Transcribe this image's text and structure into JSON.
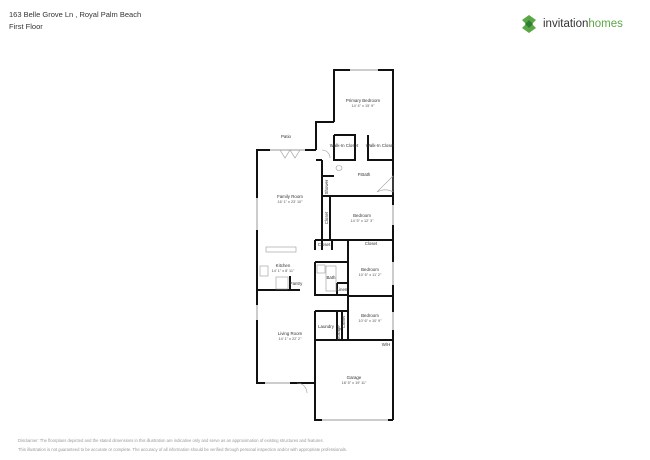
{
  "header": {
    "address": "163 Belle Grove Ln , Royal Palm Beach",
    "floor": "First Floor"
  },
  "logo": {
    "text_a": "invitation",
    "text_b": "homes",
    "colors": {
      "green": "#5aa845",
      "dark": "#333333"
    }
  },
  "rooms": [
    {
      "name": "Primary Bedroom",
      "dims": "14' 4\" x 15' 9\""
    },
    {
      "name": "Patio",
      "dims": ""
    },
    {
      "name": "Walk-In Closet",
      "dims": ""
    },
    {
      "name": "Walk-In Closet",
      "dims": ""
    },
    {
      "name": "P.Bath",
      "dims": ""
    },
    {
      "name": "Shower",
      "dims": ""
    },
    {
      "name": "Family Room",
      "dims": "16' 1\" x 23' 10\""
    },
    {
      "name": "Closet",
      "dims": ""
    },
    {
      "name": "Bedroom",
      "dims": "14' 5\" x 12' 3\""
    },
    {
      "name": "Closet",
      "dims": ""
    },
    {
      "name": "Closet",
      "dims": ""
    },
    {
      "name": "Kitchen",
      "dims": "14' 1\" x 8' 11\""
    },
    {
      "name": "Pantry",
      "dims": ""
    },
    {
      "name": "Bath",
      "dims": ""
    },
    {
      "name": "Linen",
      "dims": ""
    },
    {
      "name": "Bedroom",
      "dims": "10' 6\" x 11' 2\""
    },
    {
      "name": "Laundry",
      "dims": ""
    },
    {
      "name": "Storage",
      "dims": ""
    },
    {
      "name": "Closet",
      "dims": ""
    },
    {
      "name": "Bedroom",
      "dims": "10' 6\" x 10' 9\""
    },
    {
      "name": "Living Room",
      "dims": "14' 1\" x 22' 2\""
    },
    {
      "name": "W/H",
      "dims": ""
    },
    {
      "name": "Garage",
      "dims": "18' 5\" x 19' 11\""
    }
  ],
  "disclaimer": {
    "line1": "Disclaimer: The floorplans depicted and the stated dimensions in this illustration are indicative only and serve as an approximation of existing structures and features.",
    "line2": "This illustration is not guaranteed to be accurate or complete. The accuracy of all information should be verified through personal inspection and/or with appropriate professionals."
  }
}
